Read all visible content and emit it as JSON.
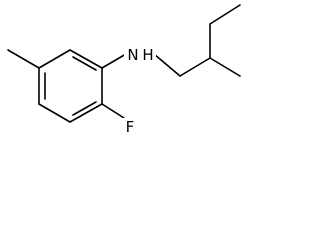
{
  "molecule": {
    "atoms": {
      "nitrogen": "N",
      "hydrogen": "H",
      "fluorine": "F"
    }
  }
}
